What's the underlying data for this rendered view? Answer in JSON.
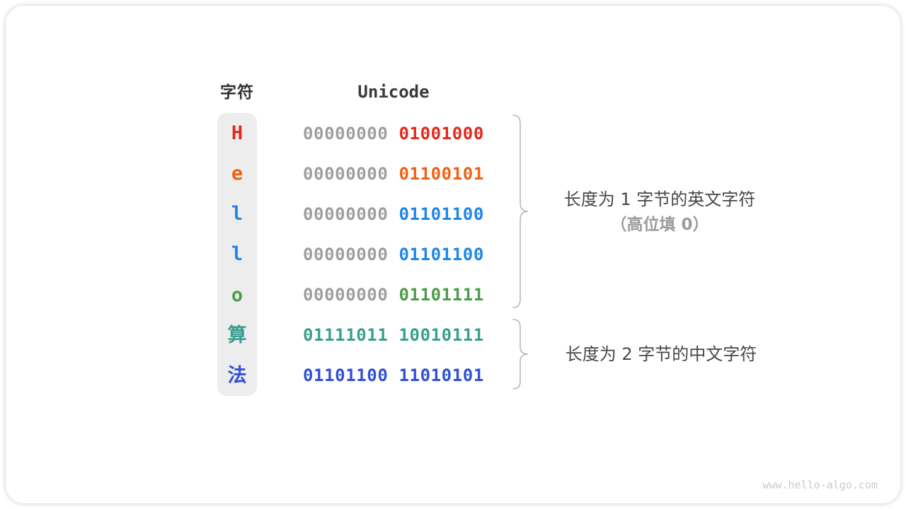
{
  "header": {
    "char_col": "字符",
    "unicode_col": "Unicode"
  },
  "rows": [
    {
      "char": "H",
      "char_color": "#e1281c",
      "high": "00000000",
      "high_color": "#9e9e9e",
      "low": "01001000",
      "low_color": "#e1281c"
    },
    {
      "char": "e",
      "char_color": "#f06112",
      "high": "00000000",
      "high_color": "#9e9e9e",
      "low": "01100101",
      "low_color": "#f06112"
    },
    {
      "char": "l",
      "char_color": "#1d87e8",
      "high": "00000000",
      "high_color": "#9e9e9e",
      "low": "01101100",
      "low_color": "#1d87e8"
    },
    {
      "char": "l",
      "char_color": "#1d87e8",
      "high": "00000000",
      "high_color": "#9e9e9e",
      "low": "01101100",
      "low_color": "#1d87e8"
    },
    {
      "char": "o",
      "char_color": "#4a9d4a",
      "high": "00000000",
      "high_color": "#9e9e9e",
      "low": "01101111",
      "low_color": "#4a9d4a"
    },
    {
      "char": "算",
      "char_color": "#399e91",
      "high": "01111011",
      "high_color": "#399e91",
      "low": "10010111",
      "low_color": "#399e91"
    },
    {
      "char": "法",
      "char_color": "#3050d8",
      "high": "01101100",
      "high_color": "#3050d8",
      "low": "11010101",
      "low_color": "#3050d8"
    }
  ],
  "annotations": {
    "english_group_line1": "长度为 1 字节的英文字符",
    "english_group_line2": "（高位填 0）",
    "chinese_group": "长度为 2 字节的中文字符"
  },
  "watermark": "www.hello-algo.com",
  "colors": {
    "high_byte_gray": "#9e9e9e",
    "column_bg": "#ededed",
    "brace": "#b9b9b9",
    "header_text": "#3a3a3a",
    "annotation_primary": "#474747",
    "annotation_secondary": "#9c9c9c",
    "watermark": "#cbcbcb"
  }
}
